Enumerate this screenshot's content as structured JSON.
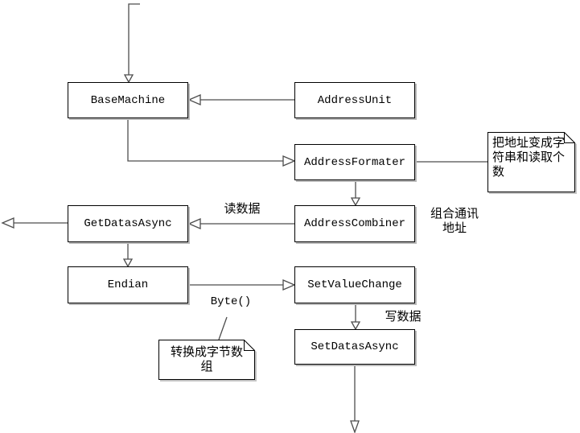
{
  "colors": {
    "background": "#ffffff",
    "line": "#4d4d4d",
    "box_border": "#000000",
    "box_fill": "#ffffff",
    "shadow": "#b9b9b9"
  },
  "boxes": {
    "base_machine": "BaseMachine",
    "address_unit": "AddressUnit",
    "address_formater": "AddressFormater",
    "address_combiner": "AddressCombiner",
    "get_datas_async": "GetDatasAsync",
    "endian": "Endian",
    "set_value_change": "SetValueChange",
    "set_datas_async": "SetDatasAsync"
  },
  "notes": {
    "address_format": "把地址变成字符串和读取个数",
    "byte_array": "转换成字节数组"
  },
  "labels": {
    "read_data": "读数据",
    "combine_address": "组合通讯\n地址",
    "byte_call": "Byte()",
    "write_data": "写数据"
  }
}
